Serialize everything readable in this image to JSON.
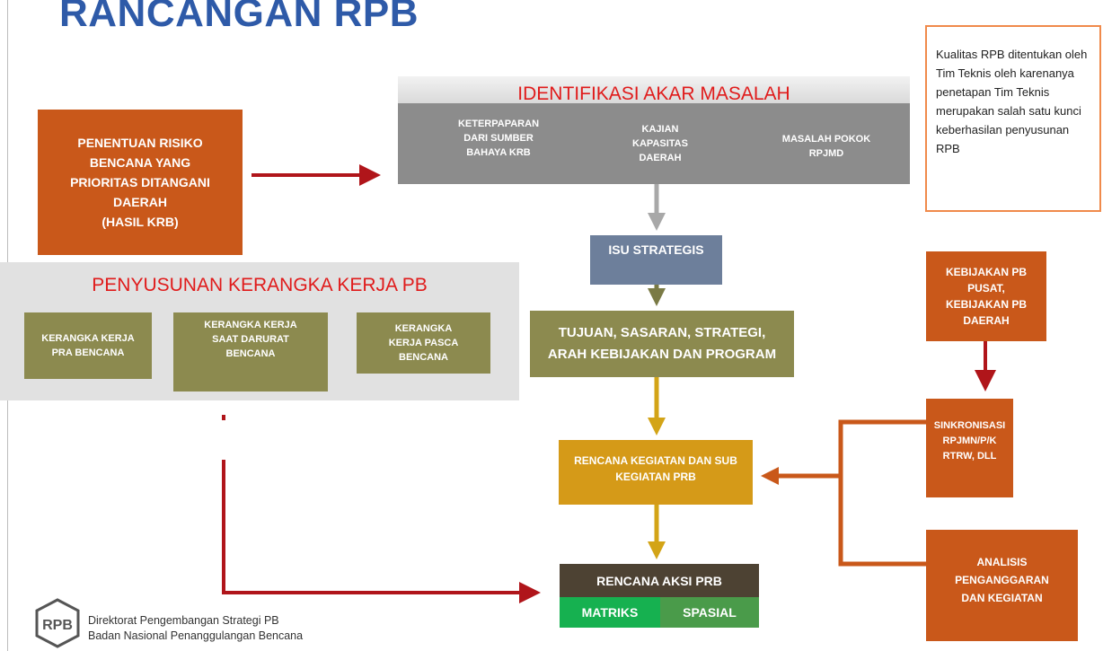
{
  "title": "RANCANGAN RPB",
  "note": "Kualitas RPB  ditentukan oleh Tim  Teknis oleh karenanya  penetapan Tim Teknis  merupakan salah satu  kunci keberhasilan penyusunan RPB",
  "risk_box": {
    "line1": "PENENTUAN  RISIKO",
    "line2": "BENCANA YANG",
    "line3": "PRIORITAS DITANGANI",
    "line4": "DAERAH",
    "line5": "(HASIL KRB)"
  },
  "akar": {
    "title": "IDENTIFIKASI AKAR MASALAH",
    "items": [
      {
        "l1": "KETERPAPARAN",
        "l2": "DARI SUMBER",
        "l3": "BAHAYA KRB"
      },
      {
        "l1": "KAJIAN",
        "l2": "KAPASITAS",
        "l3": "DAERAH"
      },
      {
        "l1": "MASALAH POKOK",
        "l2": "RPJMD",
        "l3": ""
      }
    ]
  },
  "kerangka": {
    "title": "PENYUSUNAN KERANGKA KERJA PB",
    "items": [
      {
        "l1": "KERANGKA  KERJA",
        "l2": "PRA  BENCANA",
        "l3": ""
      },
      {
        "l1": "KERANGKA KERJA",
        "l2": "SAAT DARURAT",
        "l3": "BENCANA"
      },
      {
        "l1": "KERANGKA",
        "l2": "KERJA PASCA",
        "l3": "BENCANA"
      }
    ]
  },
  "isu": "ISU  STRATEGIS",
  "tujuan": {
    "l1": "TUJUAN, SASARAN, STRATEGI,",
    "l2": "ARAH KEBIJAKAN DAN PROGRAM"
  },
  "rencana": {
    "l1": "RENCANA KEGIATAN DAN  SUB",
    "l2": "KEGIATAN PRB"
  },
  "aksi": {
    "title": "RENCANA AKSI PRB",
    "matriks": "MATRIKS",
    "spasial": "SPASIAL"
  },
  "kebijakan": {
    "l1": "KEBIJAKAN PB",
    "l2": "PUSAT,",
    "l3": "KEBIJAKAN PB",
    "l4": "DAERAH"
  },
  "sinkron": {
    "l1": "SINKRONISASI",
    "l2": "RPJMN/P/K",
    "l3": "RTRW, DLL"
  },
  "analisis": {
    "l1": "ANALISIS",
    "l2": "PENGANGGARAN",
    "l3": "DAN KEGIATAN"
  },
  "logo": {
    "mark": "RPB",
    "line1": "Direktorat Pengembangan Strategi PB",
    "line2": "Badan Nasional Penanggulangan Bencana"
  },
  "colors": {
    "title_blue": "#2e5aa8",
    "red_text": "#e01b1b",
    "orange_box": "#c9581a",
    "olive_box": "#8c8a4f",
    "gray_box": "#8c8c8c",
    "blue_gray_box": "#6d7f9b",
    "gold_box": "#d59a18",
    "dark_box": "#4d4233",
    "green_box": "#16b150",
    "green_dark_box": "#4a9b4a",
    "arrow_red": "#b0151a",
    "arrow_gray": "#a8a8a8",
    "arrow_olive": "#7a7a45",
    "arrow_gold": "#d3a417",
    "arrow_orange": "#c9581a"
  }
}
